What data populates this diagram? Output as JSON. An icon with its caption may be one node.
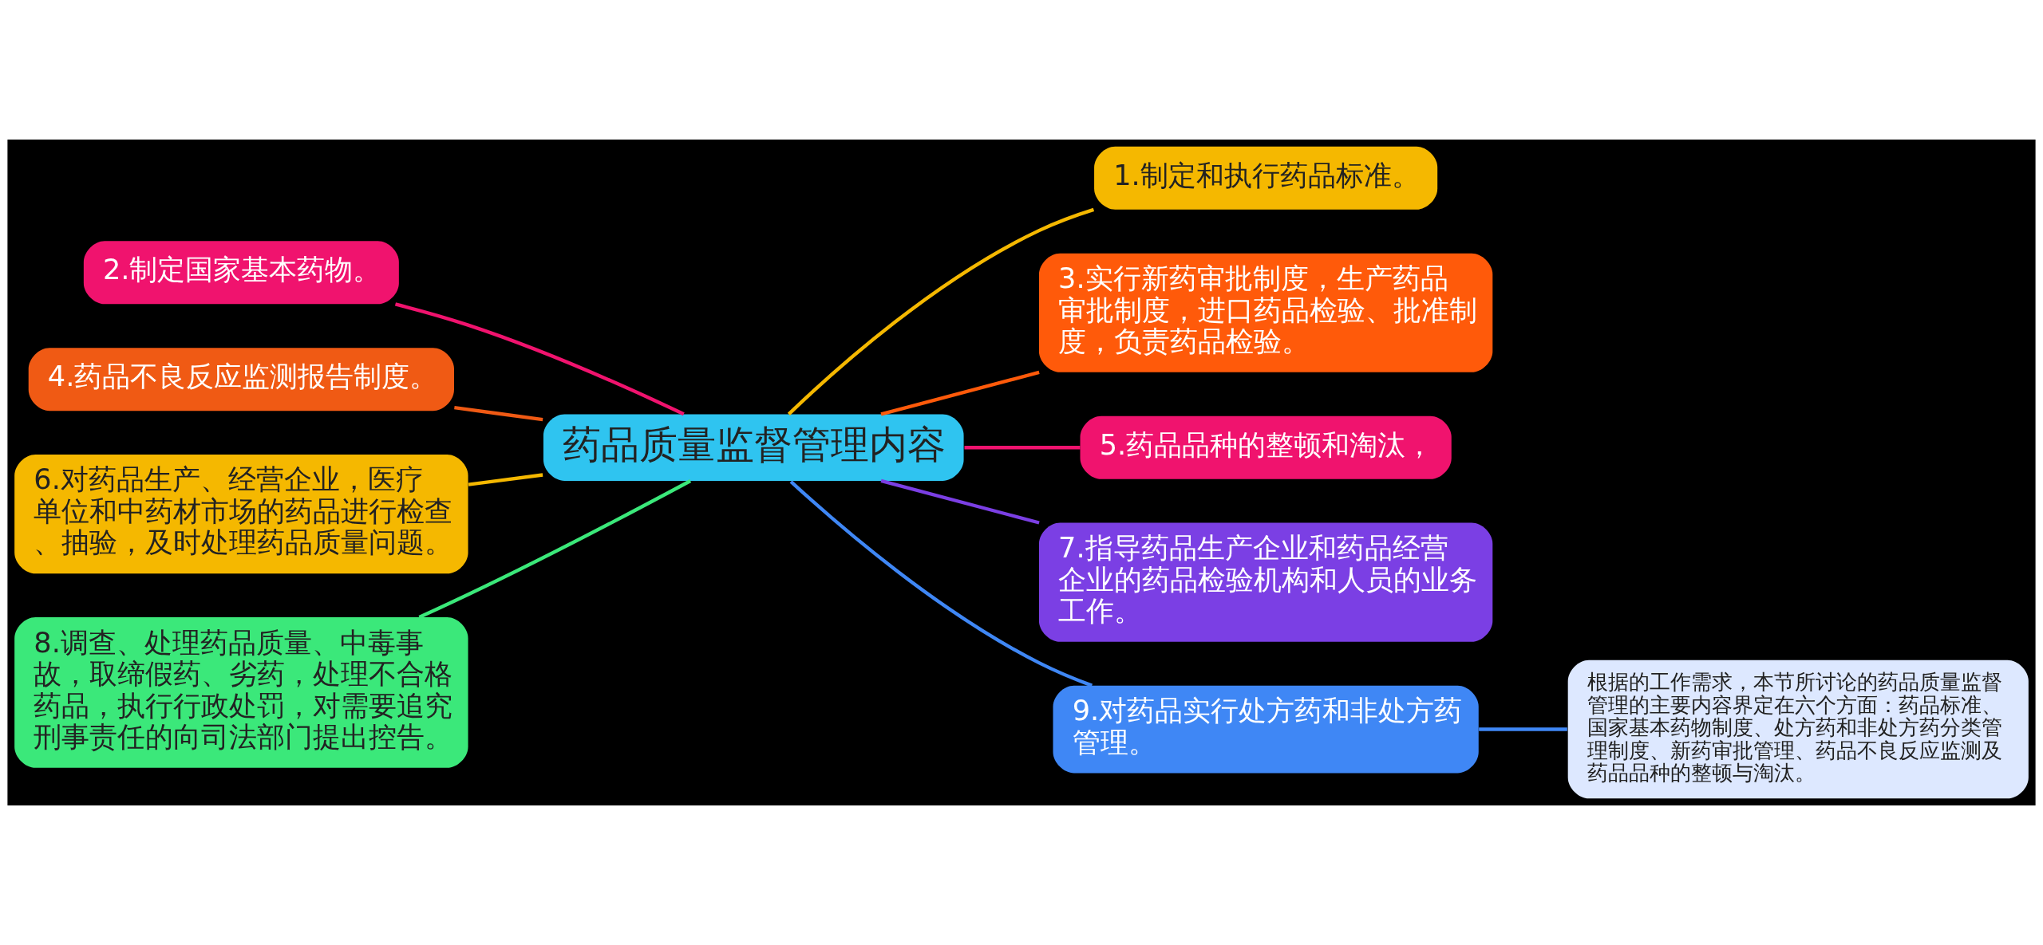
{
  "diagram": {
    "nodes": [
      {
        "text": [
          "药品质量监督管理内容"
        ]
      },
      {
        "text": [
          "1.制定和执行药品标准。"
        ]
      },
      {
        "text": [
          "2.制定国家基本药物。"
        ]
      },
      {
        "text": [
          "3.实行新药审批制度，生产药品审批制度，进口药品检验、批准制度，负责药品检验。"
        ]
      },
      {
        "text": [
          "4.药品不良反应监测报告制度。"
        ]
      },
      {
        "text": [
          "5.药品品种的整顿和淘汰，"
        ]
      },
      {
        "text": [
          "6.对药品生产、经营企业，医疗单位和中药材市场的药品进行检查、抽验，及时处理药品质量问题。"
        ]
      },
      {
        "text": [
          "7.指导药品生产企业和药品经营企业的药品检验机构和人员的业务工作。"
        ]
      },
      {
        "text": [
          "8.调查、处理药品质量、中毒事故，取缔假药、劣药，处理不合格药品，执行行政处罚，对需要追究刑事责任的向司法部门提出控告。"
        ]
      },
      {
        "text": [
          "9.对药品实行处方药和非处方药管理。"
        ]
      },
      {
        "text": [
          "根据的工作需求，本节所讨论的药品质量监督管理的主要内容界定在六个方面：药品标准、国家基本药物制度、处方药和非处方药分类管理制度、新药审批管理、药品不良反应监测及药品品种的整顿与淘汰。"
        ]
      }
    ],
    "edges": [
      {
        "from": 0,
        "to": 1,
        "arrow": "none",
        "color": "#f5b800"
      },
      {
        "from": 0,
        "to": 2,
        "arrow": "none",
        "color": "#f0136e"
      },
      {
        "from": 0,
        "to": 3,
        "arrow": "none",
        "color": "#ff5a0a"
      },
      {
        "from": 0,
        "to": 4,
        "arrow": "none",
        "color": "#f05a14"
      },
      {
        "from": 0,
        "to": 5,
        "arrow": "none",
        "color": "#f0136e"
      },
      {
        "from": 0,
        "to": 6,
        "arrow": "none",
        "color": "#f5b800"
      },
      {
        "from": 0,
        "to": 7,
        "arrow": "none",
        "color": "#7b3fe4"
      },
      {
        "from": 0,
        "to": 8,
        "arrow": "none",
        "color": "#3be87a"
      },
      {
        "from": 0,
        "to": 9,
        "arrow": "none",
        "color": "#3f87f5"
      },
      {
        "from": 9,
        "to": 10,
        "arrow": "none",
        "color": "#3f87f5"
      }
    ]
  }
}
